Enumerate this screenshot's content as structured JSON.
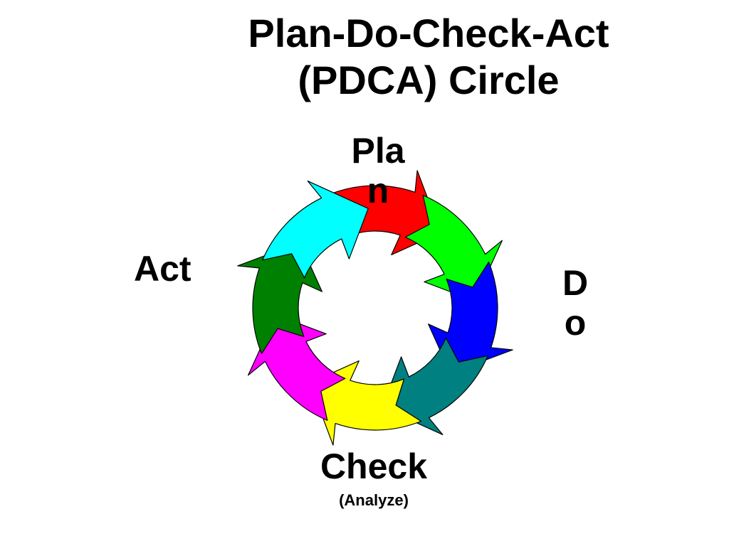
{
  "title": {
    "line1": "Plan-Do-Check-Act",
    "line2": "(PDCA) Circle"
  },
  "labels": {
    "plan_line1": "Pla",
    "plan_line2": "n",
    "do_line1": "D",
    "do_line2": "o",
    "check": "Check",
    "check_sub": "(Analyze)",
    "act": "Act"
  },
  "cycle": {
    "direction": "clockwise",
    "arrow_colors": [
      "#ff0000",
      "#00ff00",
      "#0000ff",
      "#008080",
      "#ffff00",
      "#ff00ff",
      "#008000",
      "#00ffff"
    ]
  }
}
